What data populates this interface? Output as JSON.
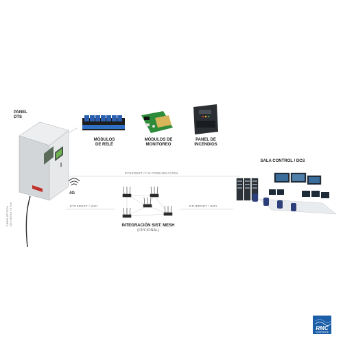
{
  "panel_label": [
    "PANEL",
    "DTS"
  ],
  "modules": [
    {
      "label": [
        "MÓDULOS",
        "DE RELÉ"
      ]
    },
    {
      "label": [
        "MÓDULOS DE",
        "MONITOREO"
      ]
    },
    {
      "label": [
        "PANEL DE",
        "INCENDIOS"
      ]
    }
  ],
  "control_room_label": "SALA CONTROL / DCS",
  "link_top": "ETHERNET / F.O.COMUNICACIÓN",
  "link_left": "ETHERNET / WIFI",
  "link_right": "ETHERNET / WIFI",
  "badge_4g": "4G",
  "mesh_title": "INTEGRACIÓN SIST. MESH",
  "mesh_subtitle": "(OPCIONAL)",
  "fiber_label": [
    "FIBRA ÓPTICA",
    "DE HASTA 70 KM"
  ],
  "logo": {
    "name": "RMC",
    "tagline": "CORPORATE"
  },
  "colors": {
    "cabinet": "#d9dcde",
    "relay": "#2a5fb0",
    "pcb": "#2e8b3a",
    "logo": "#1c5fa8"
  }
}
